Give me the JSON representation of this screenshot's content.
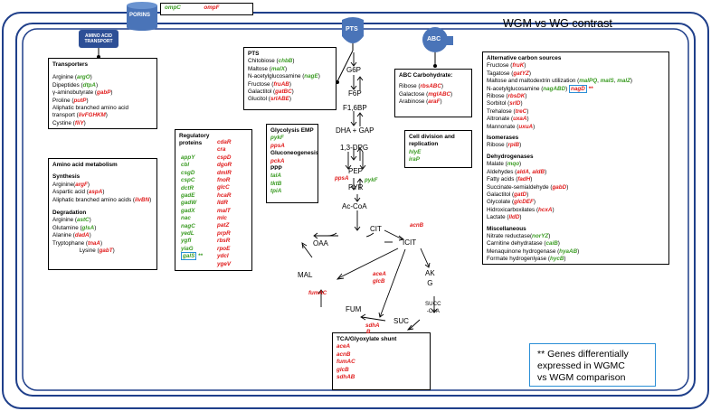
{
  "title": "WGM vs WG contrast",
  "transporters_icons": {
    "porins": "PORINS",
    "amino": "AMINO ACID TRANSPORT",
    "pts": "PTS",
    "abc": "ABC"
  },
  "porin_genes": [
    {
      "t": "ompC",
      "c": "g"
    },
    {
      "t": "ompF",
      "c": "r"
    }
  ],
  "transporters": {
    "title": "Transporters",
    "rows": [
      [
        {
          "t": "Arginine (",
          "c": "blk"
        },
        {
          "t": "argO",
          "c": "g"
        },
        {
          "t": ")",
          "c": "blk"
        }
      ],
      [
        {
          "t": "Dipeptides (",
          "c": "blk"
        },
        {
          "t": "dtpA",
          "c": "g"
        },
        {
          "t": ")",
          "c": "blk"
        }
      ],
      [
        {
          "t": "γ-aminobutyrate (",
          "c": "blk"
        },
        {
          "t": "gabP",
          "c": "r"
        },
        {
          "t": ")",
          "c": "blk"
        }
      ],
      [
        {
          "t": "Proline (",
          "c": "blk"
        },
        {
          "t": "putP",
          "c": "r"
        },
        {
          "t": ")",
          "c": "blk"
        }
      ],
      [
        {
          "t": "Aliphatic branched amino acid",
          "c": "blk"
        }
      ],
      [
        {
          "t": "transport (",
          "c": "blk"
        },
        {
          "t": "livFGHKM",
          "c": "r"
        },
        {
          "t": ")",
          "c": "blk"
        }
      ],
      [
        {
          "t": "Cystine (",
          "c": "blk"
        },
        {
          "t": "fliY",
          "c": "r"
        },
        {
          "t": ")",
          "c": "blk"
        }
      ]
    ]
  },
  "aa_metabolism": {
    "title": "Amino acid metabolism",
    "synth": "Synthesis",
    "degr": "Degradation",
    "synth_rows": [
      [
        {
          "t": "Arginine(",
          "c": "blk"
        },
        {
          "t": "argF",
          "c": "r"
        },
        {
          "t": ")",
          "c": "blk"
        }
      ],
      [
        {
          "t": "Aspartic acid (",
          "c": "blk"
        },
        {
          "t": "aspA",
          "c": "r"
        },
        {
          "t": ")",
          "c": "blk"
        }
      ],
      [
        {
          "t": "Aliphatic branched amino acids (",
          "c": "blk"
        },
        {
          "t": "ilvBN",
          "c": "r"
        },
        {
          "t": ")",
          "c": "blk"
        }
      ]
    ],
    "degr_rows": [
      [
        {
          "t": "Arginine (",
          "c": "blk"
        },
        {
          "t": "astC",
          "c": "g"
        },
        {
          "t": ")",
          "c": "blk"
        }
      ],
      [
        {
          "t": "Glutamine (",
          "c": "blk"
        },
        {
          "t": "glsA",
          "c": "g"
        },
        {
          "t": ")",
          "c": "blk"
        }
      ],
      [
        {
          "t": "Alanine (",
          "c": "blk"
        },
        {
          "t": "dadA",
          "c": "r"
        },
        {
          "t": ")",
          "c": "blk"
        }
      ],
      [
        {
          "t": "Tryptophane (",
          "c": "blk"
        },
        {
          "t": "tnaA",
          "c": "r"
        },
        {
          "t": ")",
          "c": "blk"
        }
      ],
      [
        {
          "t": "                 Lysine (",
          "c": "blk"
        },
        {
          "t": "gabT",
          "c": "r"
        },
        {
          "t": ")",
          "c": "blk"
        }
      ]
    ]
  },
  "regulatory": {
    "title": "Regulatory proteins",
    "green": [
      "appY",
      "cbl",
      "csgD",
      "cspC",
      "dctR",
      "gadE",
      "gadW",
      "gadX",
      "nac",
      "nagC",
      "yedL",
      "ygfI",
      "yiaG",
      "galS **"
    ],
    "red": [
      "cdaR",
      "cra",
      "cspD",
      "dgoR",
      "dmlR",
      "fnoR",
      "glcC",
      "hcaR",
      "lldR",
      "malT",
      "mlc",
      "patZ",
      "prpR",
      "rbsR",
      "rpoE",
      "ydcI",
      "ygeV"
    ]
  },
  "pts": {
    "title": "PTS",
    "rows": [
      [
        {
          "t": "Chitobiose (",
          "c": "blk"
        },
        {
          "t": "chbB",
          "c": "g"
        },
        {
          "t": ")",
          "c": "blk"
        }
      ],
      [
        {
          "t": "Maltose (",
          "c": "blk"
        },
        {
          "t": "malX",
          "c": "g"
        },
        {
          "t": ")",
          "c": "blk"
        }
      ],
      [
        {
          "t": "N-acetylglucosamine (",
          "c": "blk"
        },
        {
          "t": "nagE",
          "c": "g"
        },
        {
          "t": ")",
          "c": "blk"
        }
      ],
      [
        {
          "t": "Fructose (",
          "c": "blk"
        },
        {
          "t": "fruAB",
          "c": "r"
        },
        {
          "t": ")",
          "c": "blk"
        }
      ],
      [
        {
          "t": "Galactitol (",
          "c": "blk"
        },
        {
          "t": "gatBC",
          "c": "r"
        },
        {
          "t": ")",
          "c": "blk"
        }
      ],
      [
        {
          "t": "Glucitol (",
          "c": "blk"
        },
        {
          "t": "srlABE",
          "c": "r"
        },
        {
          "t": ")",
          "c": "blk"
        }
      ]
    ]
  },
  "glycolysis": {
    "t1": "Glycolysis EMP",
    "g1": [
      {
        "t": "pykF",
        "c": "g"
      },
      {
        "t": "ppsA",
        "c": "r"
      }
    ],
    "t2": "Gluconeogenesis",
    "g2": [
      {
        "t": "pckA",
        "c": "r"
      }
    ],
    "t3": "PPP",
    "g3": [
      {
        "t": "talA",
        "c": "g"
      },
      {
        "t": "tktB",
        "c": "g"
      },
      {
        "t": "tpiA",
        "c": "g"
      }
    ]
  },
  "pathway": {
    "g6p": "G6P",
    "f6p": "F6P",
    "f16bp": "F1,6BP",
    "dha": "DHA + GAP",
    "dpg": "1,3-DPG",
    "pep": "PEP",
    "pyr": "PYR",
    "acoa": "Ac-CoA",
    "oaa": "OAA",
    "cit": "CIT",
    "icit": "ICIT",
    "akg1": "AK",
    "akg2": "G",
    "succoa1": "SUCC",
    "succoa2": "-CoA",
    "suc": "SUC",
    "fum": "FUM",
    "mal": "MAL",
    "ppsA": "ppsA",
    "pykF": "pykF",
    "acnB": "acnB",
    "aceA": "aceA",
    "glcB": "glcB",
    "fumAC": "fumAC",
    "sdhA": "sdhA",
    "sdhB": "B"
  },
  "abc": {
    "title": "ABC Carbohydrate:",
    "rows": [
      [
        {
          "t": "Ribose (",
          "c": "blk"
        },
        {
          "t": "rbsABC",
          "c": "r"
        },
        {
          "t": ")",
          "c": "blk"
        }
      ],
      [
        {
          "t": "Galactose (",
          "c": "blk"
        },
        {
          "t": "mglABC",
          "c": "r"
        },
        {
          "t": ")",
          "c": "blk"
        }
      ],
      [
        {
          "t": "Arabinose (",
          "c": "blk"
        },
        {
          "t": "araF",
          "c": "r"
        },
        {
          "t": ")",
          "c": "blk"
        }
      ]
    ]
  },
  "celldiv": {
    "title": "Cell division and replication",
    "genes": [
      "hlyE",
      "iraP"
    ]
  },
  "tca": {
    "title": "TCA/Glyoxylate shunt",
    "genes": [
      "aceA",
      "acnB",
      "fumAC",
      "glcB",
      "sdhAB"
    ]
  },
  "alt": {
    "title": "Alternative carbon sources",
    "rows": [
      [
        {
          "t": "Fructose (",
          "c": "blk"
        },
        {
          "t": "fruK",
          "c": "r"
        },
        {
          "t": ")",
          "c": "blk"
        }
      ],
      [
        {
          "t": "Tagatose (",
          "c": "blk"
        },
        {
          "t": "gatYZ",
          "c": "r"
        },
        {
          "t": ")",
          "c": "blk"
        }
      ],
      [
        {
          "t": "Maltose and maltodextrin utilization (",
          "c": "blk"
        },
        {
          "t": "malPQ",
          "c": "g"
        },
        {
          "t": ", ",
          "c": "blk"
        },
        {
          "t": "malS",
          "c": "g"
        },
        {
          "t": ", ",
          "c": "blk"
        },
        {
          "t": "malZ",
          "c": "g"
        },
        {
          "t": ")",
          "c": "blk"
        }
      ],
      [
        {
          "t": "N-acetylglucosamine (",
          "c": "blk"
        },
        {
          "t": "nagABD",
          "c": "g"
        },
        {
          "t": ") ",
          "c": "blk"
        },
        {
          "t": "nagD",
          "c": "r",
          "hl": true
        },
        {
          "t": " **",
          "c": "r"
        }
      ],
      [
        {
          "t": "Ribose (",
          "c": "blk"
        },
        {
          "t": "rbsDK",
          "c": "r"
        },
        {
          "t": ")",
          "c": "blk"
        }
      ],
      [
        {
          "t": "Sorbitol (",
          "c": "blk"
        },
        {
          "t": "srlD",
          "c": "r"
        },
        {
          "t": ")",
          "c": "blk"
        }
      ],
      [
        {
          "t": "Trehalose (",
          "c": "blk"
        },
        {
          "t": "treC",
          "c": "r"
        },
        {
          "t": ")",
          "c": "blk"
        }
      ],
      [
        {
          "t": "Altronate (",
          "c": "blk"
        },
        {
          "t": "uxaA",
          "c": "r"
        },
        {
          "t": ")",
          "c": "blk"
        }
      ],
      [
        {
          "t": "Mannonate (",
          "c": "blk"
        },
        {
          "t": "uxuA",
          "c": "r"
        },
        {
          "t": ")",
          "c": "blk"
        }
      ]
    ],
    "iso_title": "Isomerases",
    "iso_rows": [
      [
        {
          "t": "Ribose (",
          "c": "blk"
        },
        {
          "t": "rpiB",
          "c": "r"
        },
        {
          "t": ")",
          "c": "blk"
        }
      ]
    ],
    "dehy_title": "Dehydrogenases",
    "dehy_rows": [
      [
        {
          "t": "Malate (",
          "c": "blk"
        },
        {
          "t": "mqo",
          "c": "g"
        },
        {
          "t": ")",
          "c": "blk"
        }
      ],
      [
        {
          "t": "Aldehydes (",
          "c": "blk"
        },
        {
          "t": "aldA",
          "c": "r"
        },
        {
          "t": ", ",
          "c": "blk"
        },
        {
          "t": "aldB",
          "c": "r"
        },
        {
          "t": ")",
          "c": "blk"
        }
      ],
      [
        {
          "t": "Fatty acids (",
          "c": "blk"
        },
        {
          "t": "fadH",
          "c": "r"
        },
        {
          "t": ")",
          "c": "blk"
        }
      ],
      [
        {
          "t": "Succinate-semialdehyde (",
          "c": "blk"
        },
        {
          "t": "gabD",
          "c": "r"
        },
        {
          "t": ")",
          "c": "blk"
        }
      ],
      [
        {
          "t": "Galactitol (",
          "c": "blk"
        },
        {
          "t": "gatD",
          "c": "r"
        },
        {
          "t": ")",
          "c": "blk"
        }
      ],
      [
        {
          "t": "Glycolate (",
          "c": "blk"
        },
        {
          "t": "glcDEF",
          "c": "r"
        },
        {
          "t": ")",
          "c": "blk"
        }
      ],
      [
        {
          "t": "Hidroxicarboxilates (",
          "c": "blk"
        },
        {
          "t": "hcxA",
          "c": "r"
        },
        {
          "t": ")",
          "c": "blk"
        }
      ],
      [
        {
          "t": "Lactate (",
          "c": "blk"
        },
        {
          "t": "lldD",
          "c": "r"
        },
        {
          "t": ")",
          "c": "blk"
        }
      ]
    ],
    "misc_title": "Miscellaneous",
    "misc_rows": [
      [
        {
          "t": "Nitrate reductase(",
          "c": "blk"
        },
        {
          "t": "norYZ",
          "c": "g"
        },
        {
          "t": ")",
          "c": "blk"
        }
      ],
      [
        {
          "t": "Carnitine dehydratase (",
          "c": "blk"
        },
        {
          "t": "caiB",
          "c": "g"
        },
        {
          "t": ")",
          "c": "blk"
        }
      ],
      [
        {
          "t": "Menaquinone hydrogenase (",
          "c": "blk"
        },
        {
          "t": "hyaAB",
          "c": "g"
        },
        {
          "t": ")",
          "c": "blk"
        }
      ],
      [
        {
          "t": "Formate hydrogenlyase (",
          "c": "blk"
        },
        {
          "t": "hycB",
          "c": "g"
        },
        {
          "t": ")",
          "c": "blk"
        }
      ]
    ]
  },
  "note": "** Genes differentially expressed in WGMC vs WGM comparison",
  "note_lines": [
    "** Genes differentially",
    "expressed in WGMC",
    "vs WGM comparison"
  ]
}
